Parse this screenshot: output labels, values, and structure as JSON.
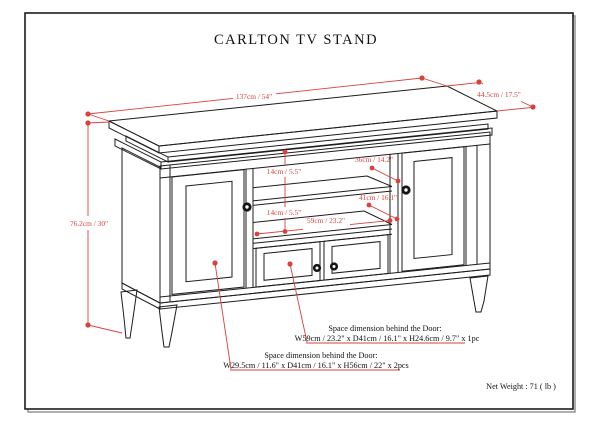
{
  "title": "CARLTON TV STAND",
  "dimensions": {
    "width": "137cm / 54\"",
    "depth": "44.5cm / 17.5\"",
    "height": "76.2cm / 30\"",
    "opening1_height": "14cm / 5.5\"",
    "opening2_height": "14cm / 5.5\"",
    "shelf1_depth": "36cm / 14.2\"",
    "shelf2_depth": "41cm / 16.1\"",
    "center_opening_width": "59cm / 23.2\""
  },
  "annotations": {
    "center_door": {
      "heading": "Space dimension behind the Door:",
      "value": "W59cm / 23.2\" x D41cm / 16.1\" x H24.6cm / 9.7\" x 1pc"
    },
    "side_doors": {
      "heading": "Space dimension behind the Door:",
      "value": "W29.5cm / 11.6\" x D41cm / 16.1\" x H56cm / 22\" x 2pcs"
    }
  },
  "footer": {
    "net_weight": "Net Weight : 71 ( lb )"
  },
  "colors": {
    "dimension_red": "#d8423d",
    "line": "#1c1c1c"
  }
}
